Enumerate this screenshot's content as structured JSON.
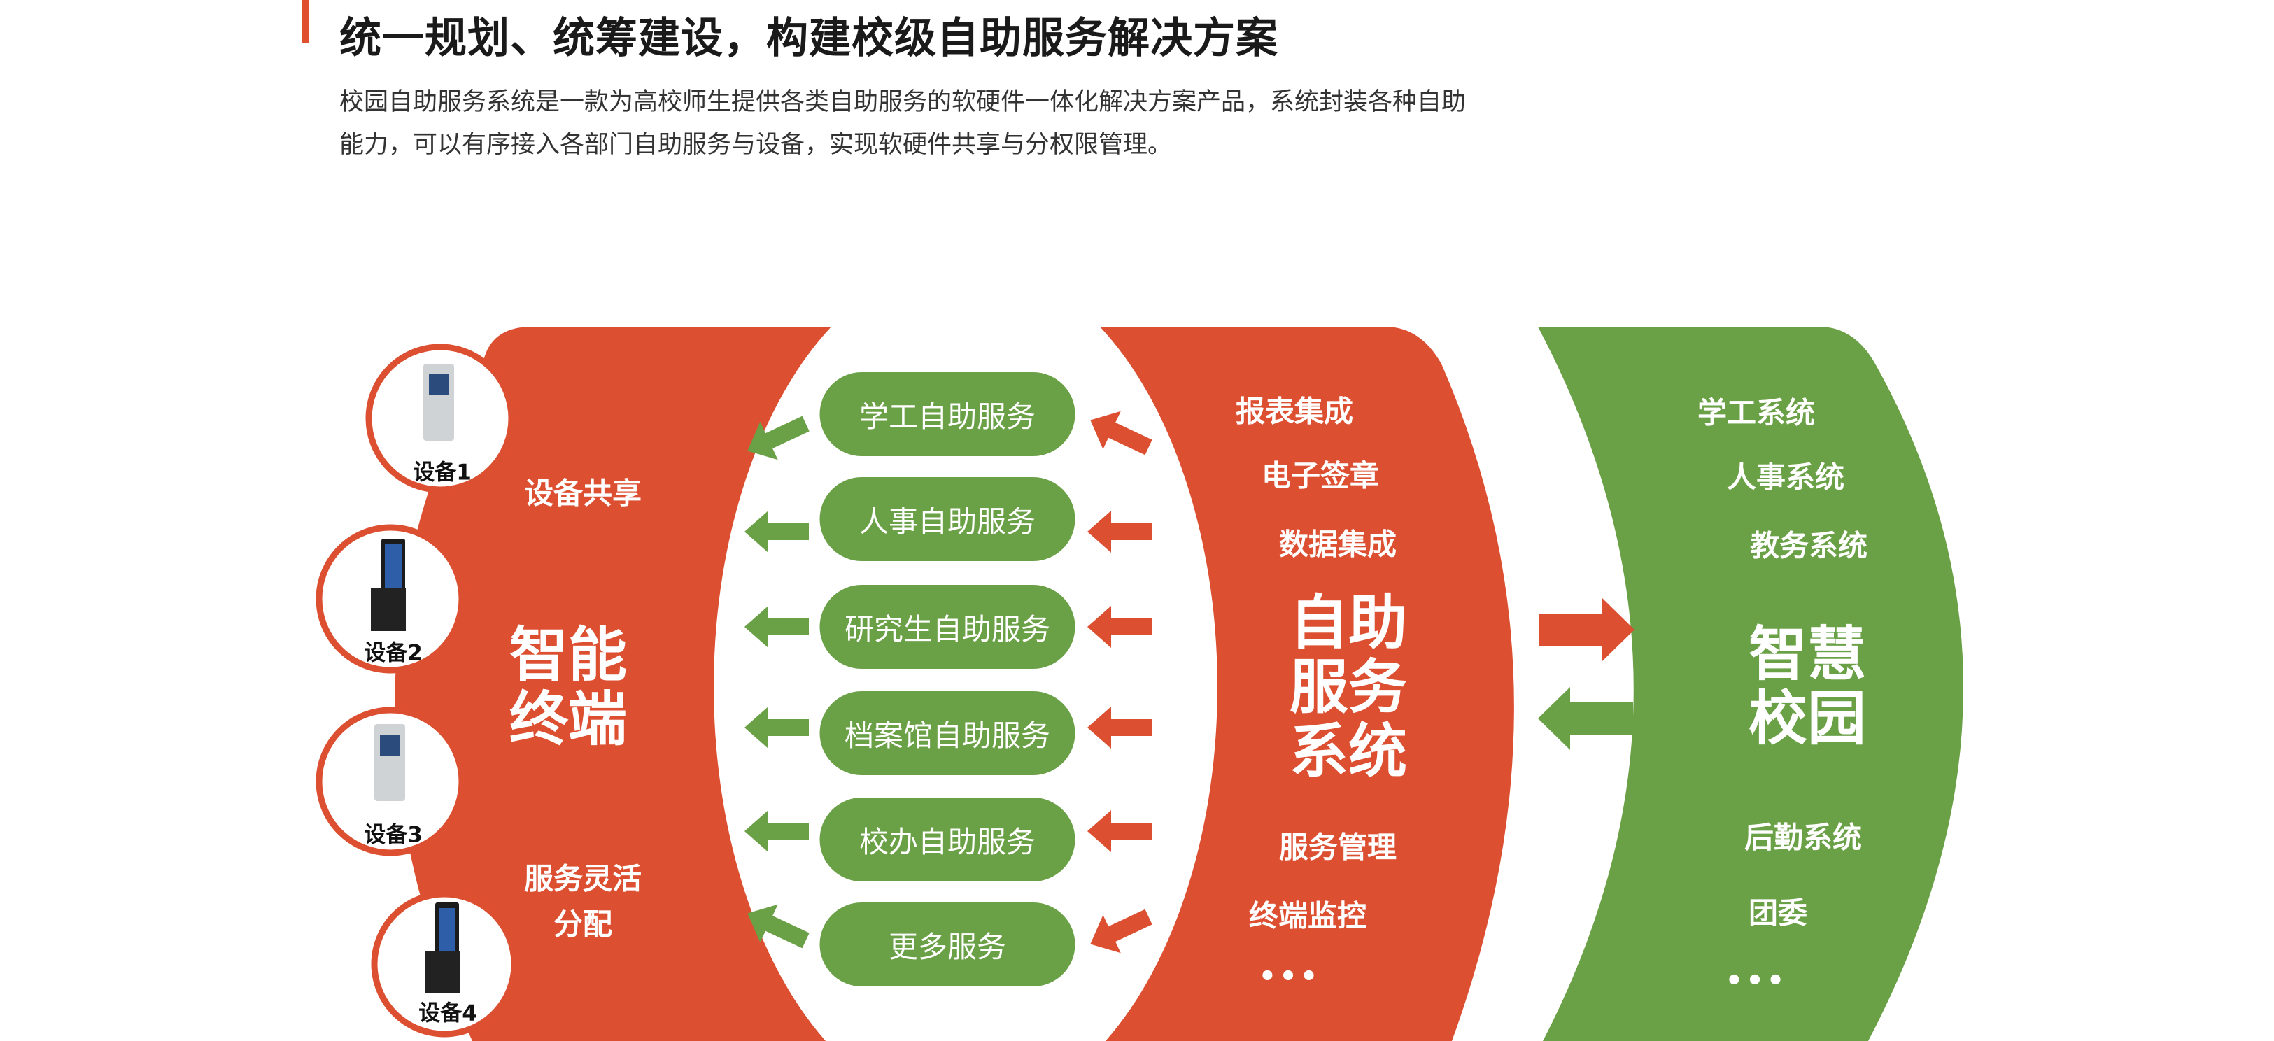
{
  "header": {
    "title": "统一规划、统筹建设，构建校级自助服务解决方案",
    "desc_lines": [
      "校园自助服务系统是一款为高校师生提供各类自助服务的软硬件一体化解决方案产品，系统封装各种自助",
      "能力，可以有序接入各部门自助服务与设备，实现软硬件共享与分权限管理。"
    ]
  },
  "colors": {
    "red": "#dd4f31",
    "green": "#6aa046",
    "accent": "#e0502f"
  },
  "terminal": {
    "devices": [
      "设备1",
      "设备2",
      "设备3",
      "设备4"
    ],
    "share": "设备共享",
    "title_lines": [
      "智能",
      "终端"
    ],
    "flex_lines": [
      "服务灵活",
      "分配"
    ]
  },
  "services": [
    "学工自助服务",
    "人事自助服务",
    "研究生自助服务",
    "档案馆自助服务",
    "校办自助服务",
    "更多服务"
  ],
  "system": {
    "top": [
      "报表集成",
      "电子签章",
      "数据集成"
    ],
    "title_lines": [
      "自助",
      "服务",
      "系统"
    ],
    "bottom": [
      "服务管理",
      "终端监控"
    ],
    "more": "•••"
  },
  "campus": {
    "top": [
      "学工系统",
      "人事系统",
      "教务系统"
    ],
    "title_lines": [
      "智慧",
      "校园"
    ],
    "bottom": [
      "后勤系统",
      "团委"
    ],
    "more": "•••"
  }
}
